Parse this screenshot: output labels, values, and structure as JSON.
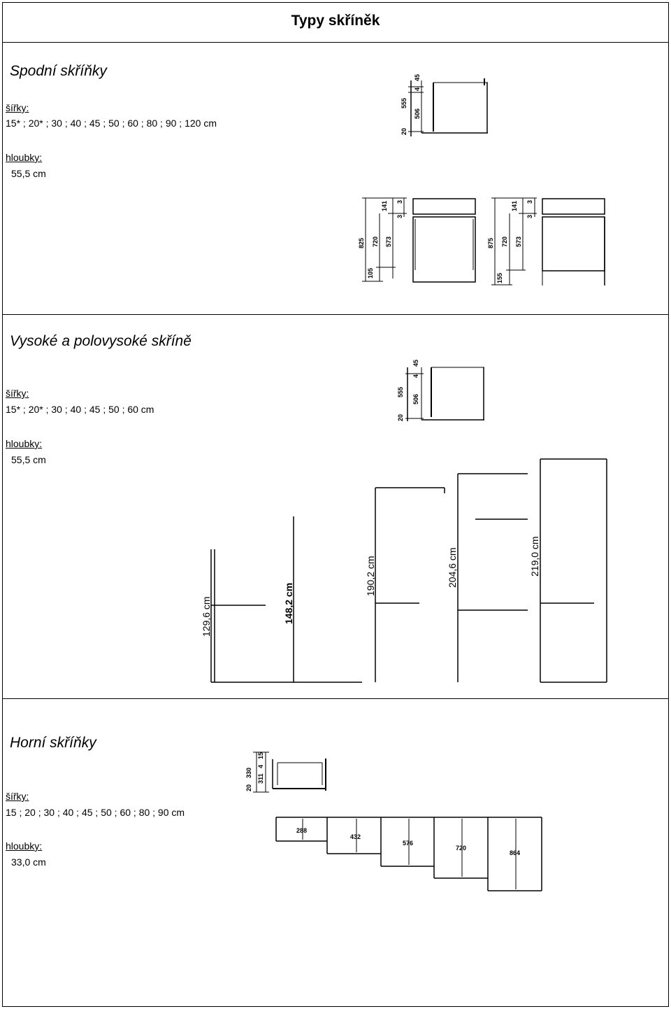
{
  "page": {
    "title": "Typy skříněk"
  },
  "sections": [
    {
      "title": "Spodní skříňky",
      "widths_label": " šířky:",
      "widths": "15* ; 20* ; 30 ; 40 ; 45 ; 50 ; 60 ; 80 ; 90 ; 120 cm",
      "depths_label": " hloubky:",
      "depth": "55,5 cm",
      "dims": {
        "side": [
          "555",
          "506",
          "4",
          "45",
          "20"
        ],
        "front_a": [
          "825",
          "720",
          "573",
          "141",
          "105",
          "3",
          "3"
        ],
        "front_b": [
          "875",
          "720",
          "573",
          "141",
          "155",
          "3",
          "3"
        ]
      }
    },
    {
      "title": "Vysoké a polovysoké skříně",
      "widths_label": " šířky:",
      "widths": "15* ; 20* ; 30 ; 40 ; 45 ; 50 ; 60 cm",
      "depths_label": " hloubky:",
      "depth": "55,5 cm",
      "dims": {
        "side": [
          "555",
          "506",
          "4",
          "45",
          "20"
        ],
        "heights": [
          "129,6 cm",
          "148,2 cm",
          "190,2 cm",
          "204,6 cm",
          "219,0 cm"
        ]
      }
    },
    {
      "title": "Horní skříňky",
      "widths_label": " šířky:",
      "widths": "15 ; 20 ; 30 ; 40 ; 45 ; 50 ; 60 ; 80 ; 90 cm",
      "depths_label": " hloubky:",
      "depth": "33,0 cm",
      "dims": {
        "side": [
          "330",
          "311",
          "4",
          "15",
          "20"
        ],
        "heights": [
          "288",
          "432",
          "576",
          "720",
          "864"
        ]
      }
    }
  ]
}
